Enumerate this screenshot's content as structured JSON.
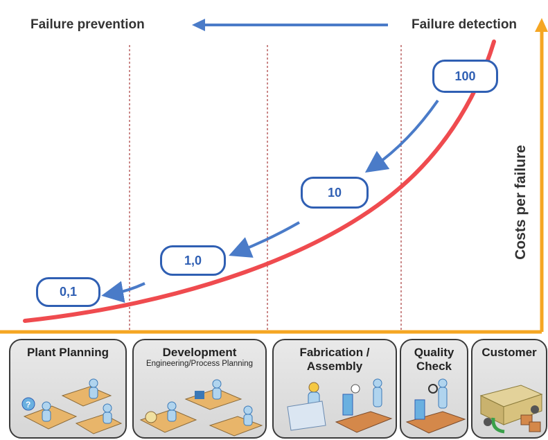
{
  "header": {
    "left_label": "Failure prevention",
    "right_label": "Failure detection"
  },
  "y_axis_label": "Costs per failure",
  "cost_factors": [
    "0,1",
    "1,0",
    "10",
    "100"
  ],
  "stages": [
    {
      "title": "Plant Planning",
      "subtitle": "",
      "icon": "planning-workers-icon"
    },
    {
      "title": "Development",
      "subtitle": "Engineering/Process Planning",
      "icon": "engineering-workers-icon"
    },
    {
      "title": "Fabrication /",
      "subtitle": "Assembly",
      "icon": "assembly-line-icon"
    },
    {
      "title": "Quality",
      "subtitle": "Check",
      "icon": "quality-inspector-icon"
    },
    {
      "title": "Customer",
      "subtitle": "",
      "icon": "delivery-truck-icon"
    }
  ],
  "colors": {
    "curve": "#ef4b4f",
    "arrows": "#4a7bc8",
    "axes": "#f5a623",
    "divider": "#a83a3a",
    "pill": "#2f5fb3"
  }
}
